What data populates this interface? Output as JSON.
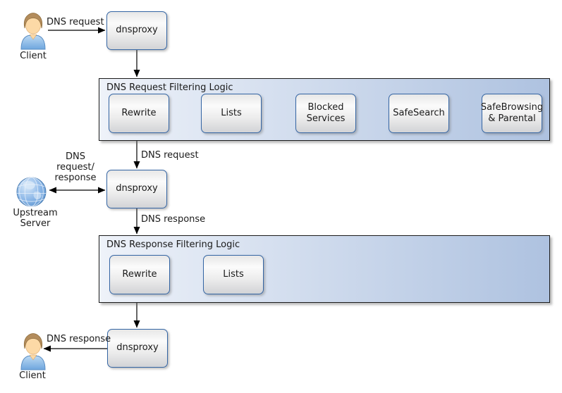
{
  "actors": {
    "client_top": {
      "label": "Client",
      "icon": "person-icon"
    },
    "upstream": {
      "label": "Upstream Server",
      "icon": "globe-icon"
    },
    "client_bottom": {
      "label": "Client",
      "icon": "person-icon"
    }
  },
  "proxies": {
    "top": {
      "label": "dnsproxy"
    },
    "middle": {
      "label": "dnsproxy"
    },
    "bottom": {
      "label": "dnsproxy"
    }
  },
  "filter_containers": {
    "request": {
      "title": "DNS Request Filtering Logic",
      "steps": [
        {
          "label": "Rewrite"
        },
        {
          "label": "Lists"
        },
        {
          "label": "Blocked Services"
        },
        {
          "label": "SafeSearch"
        },
        {
          "label": "SafeBrowsing & Parental"
        }
      ]
    },
    "response": {
      "title": "DNS Response Filtering Logic",
      "steps": [
        {
          "label": "Rewrite"
        },
        {
          "label": "Lists"
        }
      ]
    }
  },
  "edge_labels": {
    "client_request": "DNS request",
    "filtered_request": "DNS request",
    "upstream_exchange": "DNS request/ response",
    "proxy_response": "DNS response",
    "client_response": "DNS response"
  },
  "colors": {
    "node_border": "#3465a4",
    "container_border": "#1b1b1b",
    "container_fill_left": "#eef2f9",
    "container_fill_right": "#aec2e0",
    "arrow": "#000000"
  }
}
